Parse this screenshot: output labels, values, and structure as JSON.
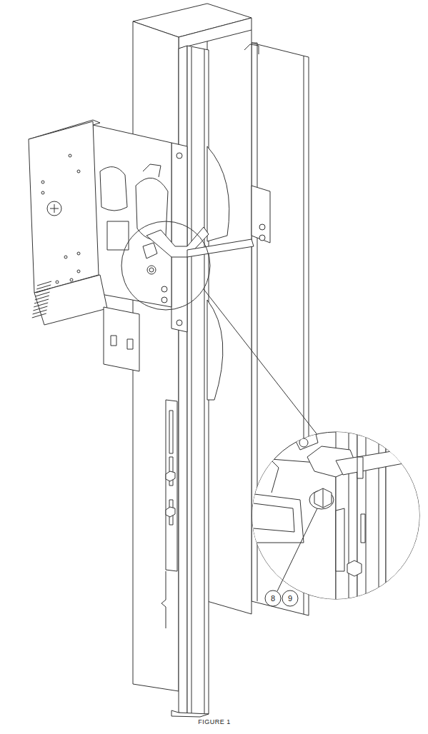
{
  "diagram": {
    "caption": "FIGURE 1",
    "labels": [
      "8",
      "9"
    ]
  }
}
